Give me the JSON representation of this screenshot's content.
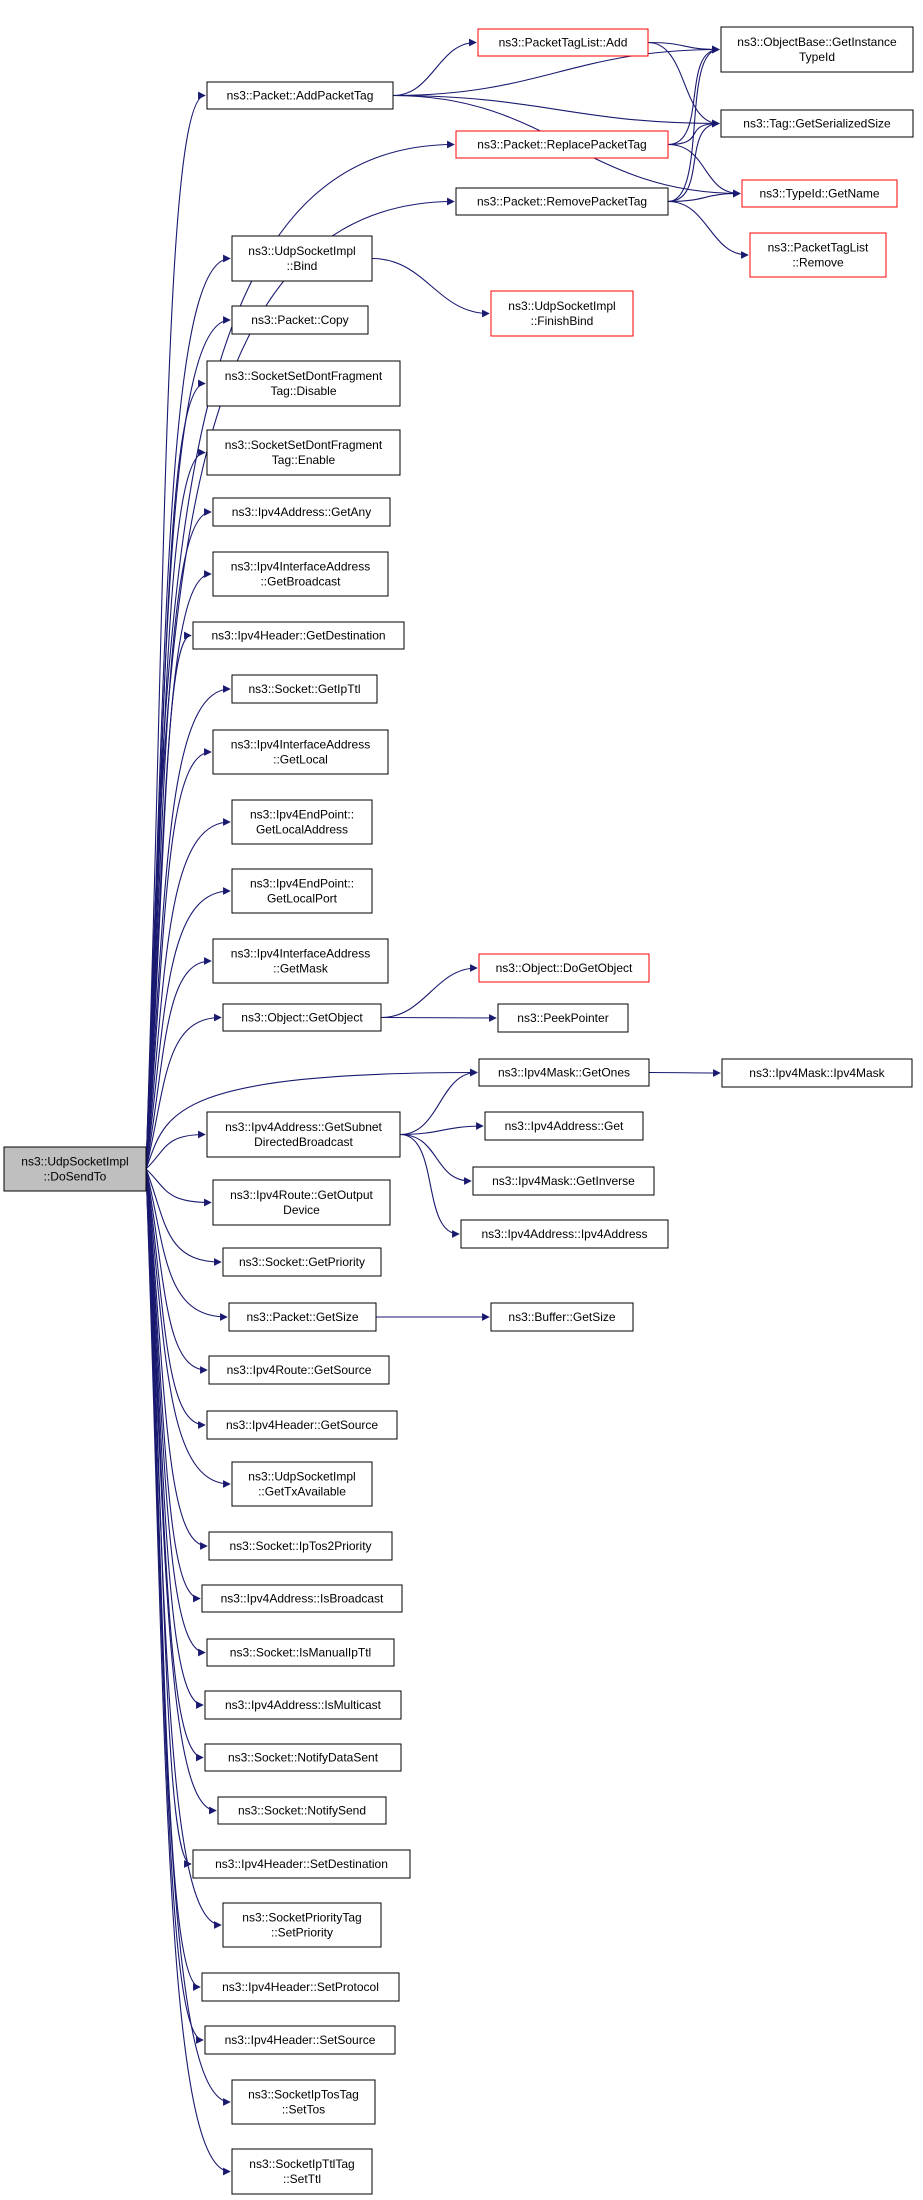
{
  "colors": {
    "edge": "#191970",
    "node_border": "#000000",
    "node_border_missing": "#ff0000",
    "root_fill": "#bfbfbf",
    "background": "#ffffff"
  },
  "nodes": [
    {
      "id": "root",
      "lines": [
        "ns3::UdpSocketImpl",
        "::DoSendTo"
      ],
      "kind": "root"
    },
    {
      "id": "addPacketTag",
      "lines": [
        "ns3::Packet::AddPacketTag"
      ],
      "kind": "normal"
    },
    {
      "id": "packetTagListAdd",
      "lines": [
        "ns3::PacketTagList::Add"
      ],
      "kind": "missing"
    },
    {
      "id": "replacePacketTag",
      "lines": [
        "ns3::Packet::ReplacePacketTag"
      ],
      "kind": "missing"
    },
    {
      "id": "removePacketTag",
      "lines": [
        "ns3::Packet::RemovePacketTag"
      ],
      "kind": "normal"
    },
    {
      "id": "getInstanceTypeId",
      "lines": [
        "ns3::ObjectBase::GetInstance",
        "TypeId"
      ],
      "kind": "normal"
    },
    {
      "id": "getSerializedSize",
      "lines": [
        "ns3::Tag::GetSerializedSize"
      ],
      "kind": "normal"
    },
    {
      "id": "typeIdGetName",
      "lines": [
        "ns3::TypeId::GetName"
      ],
      "kind": "missing"
    },
    {
      "id": "packetTagListRemove",
      "lines": [
        "ns3::PacketTagList",
        "::Remove"
      ],
      "kind": "missing"
    },
    {
      "id": "bind",
      "lines": [
        "ns3::UdpSocketImpl",
        "::Bind"
      ],
      "kind": "normal"
    },
    {
      "id": "finishBind",
      "lines": [
        "ns3::UdpSocketImpl",
        "::FinishBind"
      ],
      "kind": "missing"
    },
    {
      "id": "packetCopy",
      "lines": [
        "ns3::Packet::Copy"
      ],
      "kind": "normal"
    },
    {
      "id": "dontFragDisable",
      "lines": [
        "ns3::SocketSetDontFragment",
        "Tag::Disable"
      ],
      "kind": "normal"
    },
    {
      "id": "dontFragEnable",
      "lines": [
        "ns3::SocketSetDontFragment",
        "Tag::Enable"
      ],
      "kind": "normal"
    },
    {
      "id": "getAny",
      "lines": [
        "ns3::Ipv4Address::GetAny"
      ],
      "kind": "normal"
    },
    {
      "id": "getBroadcast",
      "lines": [
        "ns3::Ipv4InterfaceAddress",
        "::GetBroadcast"
      ],
      "kind": "normal"
    },
    {
      "id": "getDestination",
      "lines": [
        "ns3::Ipv4Header::GetDestination"
      ],
      "kind": "normal"
    },
    {
      "id": "getIpTtl",
      "lines": [
        "ns3::Socket::GetIpTtl"
      ],
      "kind": "normal"
    },
    {
      "id": "getLocal",
      "lines": [
        "ns3::Ipv4InterfaceAddress",
        "::GetLocal"
      ],
      "kind": "normal"
    },
    {
      "id": "getLocalAddress",
      "lines": [
        "ns3::Ipv4EndPoint::",
        "GetLocalAddress"
      ],
      "kind": "normal"
    },
    {
      "id": "getLocalPort",
      "lines": [
        "ns3::Ipv4EndPoint::",
        "GetLocalPort"
      ],
      "kind": "normal"
    },
    {
      "id": "getMask",
      "lines": [
        "ns3::Ipv4InterfaceAddress",
        "::GetMask"
      ],
      "kind": "normal"
    },
    {
      "id": "getObject",
      "lines": [
        "ns3::Object::GetObject"
      ],
      "kind": "normal"
    },
    {
      "id": "doGetObject",
      "lines": [
        "ns3::Object::DoGetObject"
      ],
      "kind": "missing"
    },
    {
      "id": "peekPointer",
      "lines": [
        "ns3::PeekPointer"
      ],
      "kind": "normal"
    },
    {
      "id": "getOnes",
      "lines": [
        "ns3::Ipv4Mask::GetOnes"
      ],
      "kind": "normal"
    },
    {
      "id": "ipv4MaskCtor",
      "lines": [
        "ns3::Ipv4Mask::Ipv4Mask"
      ],
      "kind": "normal"
    },
    {
      "id": "getSubnetDirectedBroadcast",
      "lines": [
        "ns3::Ipv4Address::GetSubnet",
        "DirectedBroadcast"
      ],
      "kind": "normal"
    },
    {
      "id": "ipv4AddressGet",
      "lines": [
        "ns3::Ipv4Address::Get"
      ],
      "kind": "normal"
    },
    {
      "id": "getInverse",
      "lines": [
        "ns3::Ipv4Mask::GetInverse"
      ],
      "kind": "normal"
    },
    {
      "id": "ipv4AddressCtor",
      "lines": [
        "ns3::Ipv4Address::Ipv4Address"
      ],
      "kind": "normal"
    },
    {
      "id": "getOutputDevice",
      "lines": [
        "ns3::Ipv4Route::GetOutput",
        "Device"
      ],
      "kind": "normal"
    },
    {
      "id": "getPriority",
      "lines": [
        "ns3::Socket::GetPriority"
      ],
      "kind": "normal"
    },
    {
      "id": "packetGetSize",
      "lines": [
        "ns3::Packet::GetSize"
      ],
      "kind": "normal"
    },
    {
      "id": "bufferGetSize",
      "lines": [
        "ns3::Buffer::GetSize"
      ],
      "kind": "normal"
    },
    {
      "id": "routeGetSource",
      "lines": [
        "ns3::Ipv4Route::GetSource"
      ],
      "kind": "normal"
    },
    {
      "id": "headerGetSource",
      "lines": [
        "ns3::Ipv4Header::GetSource"
      ],
      "kind": "normal"
    },
    {
      "id": "getTxAvailable",
      "lines": [
        "ns3::UdpSocketImpl",
        "::GetTxAvailable"
      ],
      "kind": "normal"
    },
    {
      "id": "ipTos2Priority",
      "lines": [
        "ns3::Socket::IpTos2Priority"
      ],
      "kind": "normal"
    },
    {
      "id": "isBroadcast",
      "lines": [
        "ns3::Ipv4Address::IsBroadcast"
      ],
      "kind": "normal"
    },
    {
      "id": "isManualIpTtl",
      "lines": [
        "ns3::Socket::IsManualIpTtl"
      ],
      "kind": "normal"
    },
    {
      "id": "isMulticast",
      "lines": [
        "ns3::Ipv4Address::IsMulticast"
      ],
      "kind": "normal"
    },
    {
      "id": "notifyDataSent",
      "lines": [
        "ns3::Socket::NotifyDataSent"
      ],
      "kind": "normal"
    },
    {
      "id": "notifySend",
      "lines": [
        "ns3::Socket::NotifySend"
      ],
      "kind": "normal"
    },
    {
      "id": "setDestination",
      "lines": [
        "ns3::Ipv4Header::SetDestination"
      ],
      "kind": "normal"
    },
    {
      "id": "setPriority",
      "lines": [
        "ns3::SocketPriorityTag",
        "::SetPriority"
      ],
      "kind": "normal"
    },
    {
      "id": "setProtocol",
      "lines": [
        "ns3::Ipv4Header::SetProtocol"
      ],
      "kind": "normal"
    },
    {
      "id": "setSource",
      "lines": [
        "ns3::Ipv4Header::SetSource"
      ],
      "kind": "normal"
    },
    {
      "id": "setTos",
      "lines": [
        "ns3::SocketIpTosTag",
        "::SetTos"
      ],
      "kind": "normal"
    },
    {
      "id": "setTtl",
      "lines": [
        "ns3::SocketIpTtlTag",
        "::SetTtl"
      ],
      "kind": "normal"
    }
  ],
  "edges": [
    [
      "root",
      "addPacketTag"
    ],
    [
      "root",
      "replacePacketTag"
    ],
    [
      "root",
      "removePacketTag"
    ],
    [
      "root",
      "bind"
    ],
    [
      "root",
      "packetCopy"
    ],
    [
      "root",
      "dontFragDisable"
    ],
    [
      "root",
      "dontFragEnable"
    ],
    [
      "root",
      "getAny"
    ],
    [
      "root",
      "getBroadcast"
    ],
    [
      "root",
      "getDestination"
    ],
    [
      "root",
      "getIpTtl"
    ],
    [
      "root",
      "getLocal"
    ],
    [
      "root",
      "getLocalAddress"
    ],
    [
      "root",
      "getLocalPort"
    ],
    [
      "root",
      "getMask"
    ],
    [
      "root",
      "getObject"
    ],
    [
      "root",
      "getOnes"
    ],
    [
      "root",
      "getSubnetDirectedBroadcast"
    ],
    [
      "root",
      "getOutputDevice"
    ],
    [
      "root",
      "getPriority"
    ],
    [
      "root",
      "packetGetSize"
    ],
    [
      "root",
      "routeGetSource"
    ],
    [
      "root",
      "headerGetSource"
    ],
    [
      "root",
      "getTxAvailable"
    ],
    [
      "root",
      "ipTos2Priority"
    ],
    [
      "root",
      "isBroadcast"
    ],
    [
      "root",
      "isManualIpTtl"
    ],
    [
      "root",
      "isMulticast"
    ],
    [
      "root",
      "notifyDataSent"
    ],
    [
      "root",
      "notifySend"
    ],
    [
      "root",
      "setDestination"
    ],
    [
      "root",
      "setPriority"
    ],
    [
      "root",
      "setProtocol"
    ],
    [
      "root",
      "setSource"
    ],
    [
      "root",
      "setTos"
    ],
    [
      "root",
      "setTtl"
    ],
    [
      "addPacketTag",
      "packetTagListAdd"
    ],
    [
      "addPacketTag",
      "getInstanceTypeId"
    ],
    [
      "addPacketTag",
      "getSerializedSize"
    ],
    [
      "addPacketTag",
      "typeIdGetName"
    ],
    [
      "packetTagListAdd",
      "getInstanceTypeId"
    ],
    [
      "packetTagListAdd",
      "getSerializedSize"
    ],
    [
      "replacePacketTag",
      "getInstanceTypeId"
    ],
    [
      "replacePacketTag",
      "getSerializedSize"
    ],
    [
      "replacePacketTag",
      "typeIdGetName"
    ],
    [
      "removePacketTag",
      "getInstanceTypeId"
    ],
    [
      "removePacketTag",
      "getSerializedSize"
    ],
    [
      "removePacketTag",
      "typeIdGetName"
    ],
    [
      "removePacketTag",
      "packetTagListRemove"
    ],
    [
      "bind",
      "finishBind"
    ],
    [
      "getObject",
      "doGetObject"
    ],
    [
      "getObject",
      "peekPointer"
    ],
    [
      "getOnes",
      "ipv4MaskCtor"
    ],
    [
      "getSubnetDirectedBroadcast",
      "getOnes"
    ],
    [
      "getSubnetDirectedBroadcast",
      "ipv4AddressGet"
    ],
    [
      "getSubnetDirectedBroadcast",
      "getInverse"
    ],
    [
      "getSubnetDirectedBroadcast",
      "ipv4AddressCtor"
    ],
    [
      "packetGetSize",
      "bufferGetSize"
    ]
  ]
}
